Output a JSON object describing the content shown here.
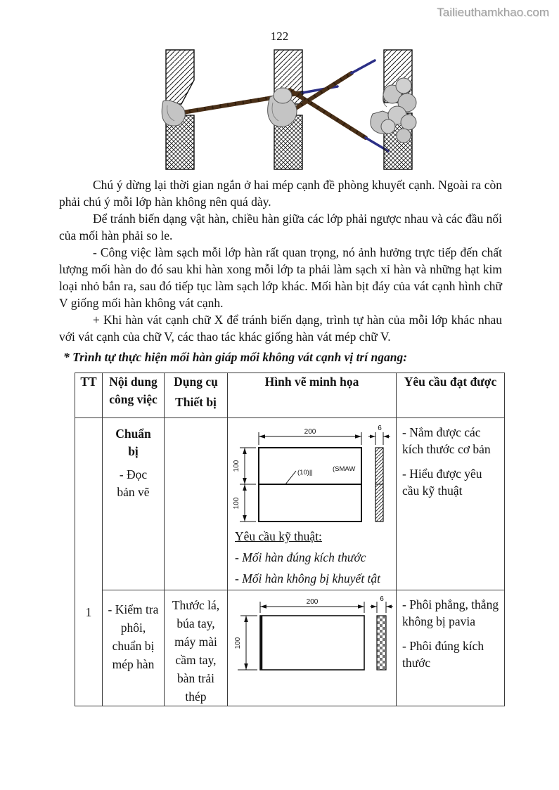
{
  "watermark": "Tailieuthamkhao.com",
  "page_number": "122",
  "figure": {
    "name": "weld-layer-sequence-illustration"
  },
  "paragraphs": [
    "Chú ý dừng lại thời gian ngắn ở hai mép cạnh đề phòng khuyết cạnh. Ngoài ra còn phải chú ý mỗi lớp hàn không nên quá dày.",
    "Để tránh biến dạng vật hàn, chiều hàn giữa các lớp phải ngược nhau và các đầu nối của mối hàn phải so le.",
    "- Công việc làm sạch mỗi lớp hàn rất quan trọng, nó ảnh hưởng trực tiếp đến chất lượng mối hàn do đó sau khi hàn xong mỗi lớp ta phải làm sạch xỉ hàn và những hạt kim loại nhỏ bắn ra, sau đó tiếp tục làm sạch lớp khác. Mối hàn bịt đáy của vát cạnh hình chữ V giống mối hàn không vát cạnh.",
    "+ Khi hàn vát cạnh chữ X để tránh biến dạng, trình tự hàn của mỗi lớp khác nhau với vát cạnh của chữ V, các thao tác khác giống hàn vát mép chữ V."
  ],
  "section_heading": "* Trình tự thực hiện mối hàn giáp mối không vát cạnh vị trí ngang:",
  "table": {
    "headers": {
      "tt": "TT",
      "noi_dung": [
        "Nội dung",
        "công việc"
      ],
      "dung_cu": [
        "Dụng cụ",
        "Thiết bị"
      ],
      "hinh_ve": "Hình vẽ minh họa",
      "yeu_cau": "Yêu cầu đạt được"
    },
    "row_group_number": "1",
    "rows": [
      {
        "noi_dung_title": "Chuẩn bị",
        "noi_dung_item": "- Đọc bản vẽ",
        "dung_cu": "",
        "tech_req": {
          "title": "Yêu cầu kỹ thuật:",
          "items": [
            "- Mối hàn đúng kích thước",
            "- Mối hàn không bị khuyết tật"
          ]
        },
        "yeu_cau": [
          "- Nắm được các kích thước cơ bản",
          "- Hiểu được yêu cầu kỹ thuật"
        ]
      },
      {
        "noi_dung_item": "- Kiểm tra phôi, chuẩn bị mép hàn",
        "dung_cu": "Thước lá, búa tay, máy mài cầm tay, bàn trải thép",
        "yeu_cau": [
          "- Phôi phẳng, thẳng không bị pavia",
          "- Phôi đúng kích thước"
        ]
      }
    ]
  },
  "drawing1": {
    "dim_width": "200",
    "dim_upper": "100",
    "dim_lower": "100",
    "weld_symbol": "(10)||",
    "process_label": "(SMAW",
    "dim_thickness": "6"
  },
  "drawing2": {
    "dim_width": "200",
    "dim_height": "100",
    "dim_thickness": "6"
  }
}
